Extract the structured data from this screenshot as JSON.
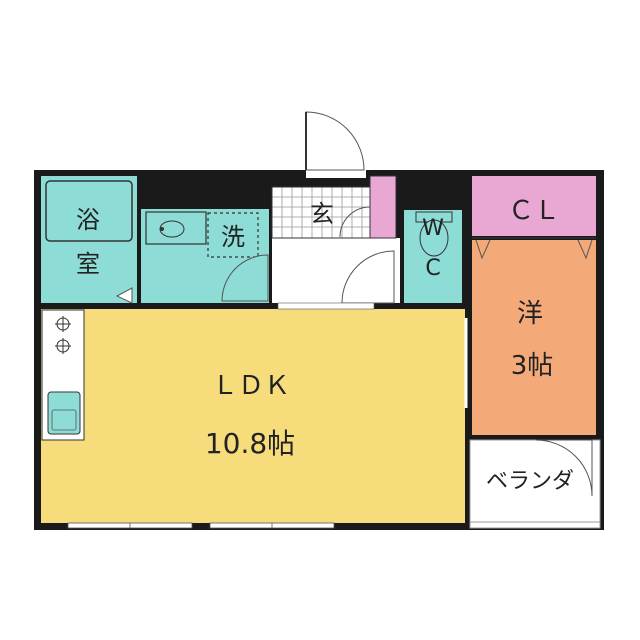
{
  "rooms": {
    "bath_line1": "浴",
    "bath_line2": "室",
    "washroom": "洗",
    "entrance": "玄",
    "wc_line1": "W",
    "wc_line2": "C",
    "closet": "ＣＬ",
    "western_line1": "洋",
    "western_line2": "3帖",
    "ldk": "ＬＤＫ",
    "ldk_size": "10.8帖",
    "balcony": "ベランダ"
  },
  "colors": {
    "wet_area": "#8ddcd6",
    "ldk": "#f6dc7a",
    "western": "#f4a978",
    "closet": "#e9a8d4",
    "wall": "#1a1a1a",
    "floor_white": "#ffffff"
  }
}
